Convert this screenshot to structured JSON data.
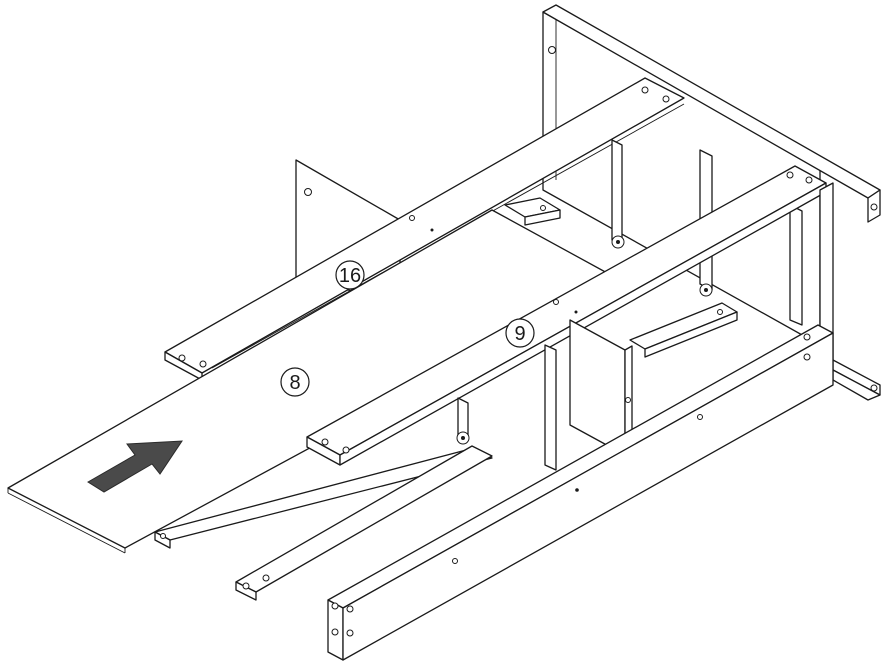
{
  "callouts": [
    {
      "label": "16",
      "part": "rail"
    },
    {
      "label": "9",
      "part": "rail"
    },
    {
      "label": "8",
      "part": "bottom-panel"
    }
  ],
  "insert_arrow": {
    "icon": "arrow-up-right-icon",
    "color": "#4a4a4a"
  }
}
